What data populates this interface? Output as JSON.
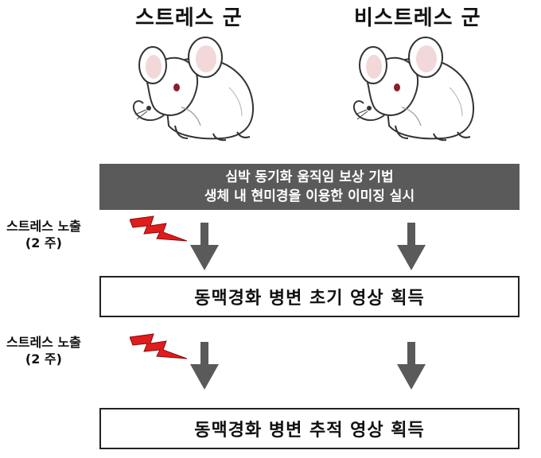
{
  "groups": {
    "stress": "스트레스 군",
    "nonstress": "비스트레스 군"
  },
  "imaging": {
    "line1": "심박 동기화 움직임 보상 기법",
    "line2": "생체 내 현미경을 이용한 이미징 실시"
  },
  "stress_exposure": {
    "label": "스트레스 노출",
    "duration": "(2 주)"
  },
  "stages": {
    "initial": "동맥경화 병변 초기 영상 획득",
    "tracking": "동맥경화 병변 추적 영상 획득"
  },
  "colors": {
    "imaging_box": "#5a5a5a",
    "arrow": "#5a5a5a",
    "bolt": "#e01c1c",
    "mouse_ear": "#f2d8d8",
    "mouse_eye": "#8b1d2c"
  },
  "icons": [
    "mouse-icon",
    "lightning-bolt-icon",
    "down-arrow-icon"
  ]
}
